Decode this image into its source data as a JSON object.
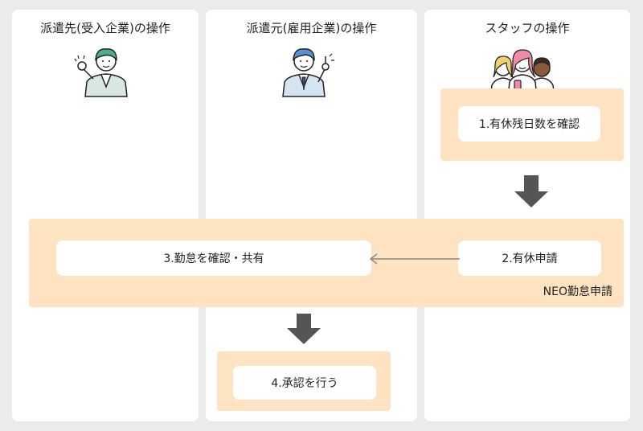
{
  "columns": {
    "client": {
      "title": "派遣先(受入企業)の操作",
      "illustration": "waving-person-icon"
    },
    "agency": {
      "title": "派遣元(雇用企業)の操作",
      "illustration": "pointing-person-icon"
    },
    "staff": {
      "title": "スタッフの操作",
      "illustration": "group-of-people-icon"
    }
  },
  "steps": {
    "step1": "1.有休残日数を確認",
    "step2": "2.有休申請",
    "step3": "3.勤怠を確認・共有",
    "step4": "4.承認を行う"
  },
  "system_label": "NEO勤怠申請",
  "colors": {
    "background": "#ebebeb",
    "panel": "#ffffff",
    "band": "#fde3c2",
    "arrow": "#555555",
    "connector": "#888888"
  }
}
